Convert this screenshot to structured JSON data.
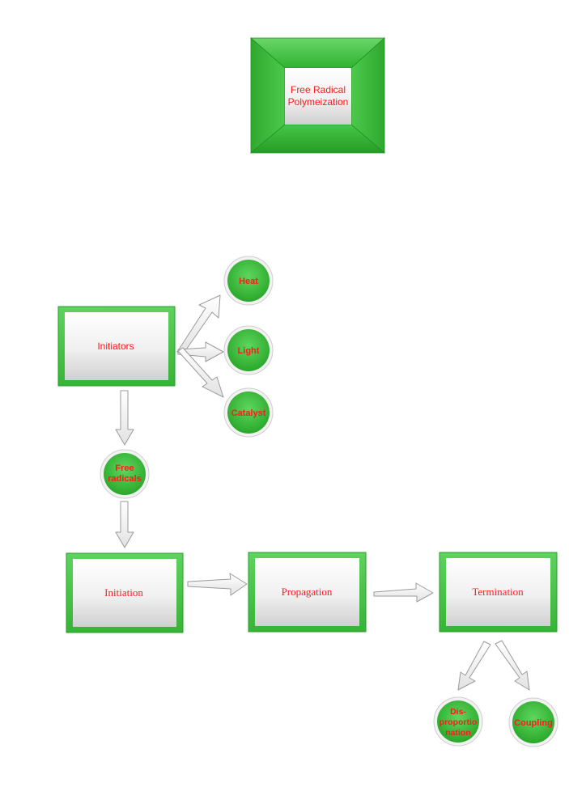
{
  "title": {
    "line1": "Free Radical",
    "line2": "Polymeization"
  },
  "nodes": {
    "initiators": "Initiators",
    "heat": "Heat",
    "light": "Light",
    "catalyst": "Catalyst",
    "free_radicals": {
      "line1": "Free",
      "line2": "radicals"
    },
    "initiation": "Initiation",
    "propagation": "Propagation",
    "termination": "Termination",
    "disproportionation": {
      "line1": "Dis-",
      "line2": "proportio",
      "line3": "nation"
    },
    "coupling": "Coupling"
  },
  "colors": {
    "frame_green": "#3fbf3f",
    "frame_dark": "#1f8f1f",
    "label_red": "#ff1a1a",
    "arrow_gray": "#9a9a9a"
  }
}
